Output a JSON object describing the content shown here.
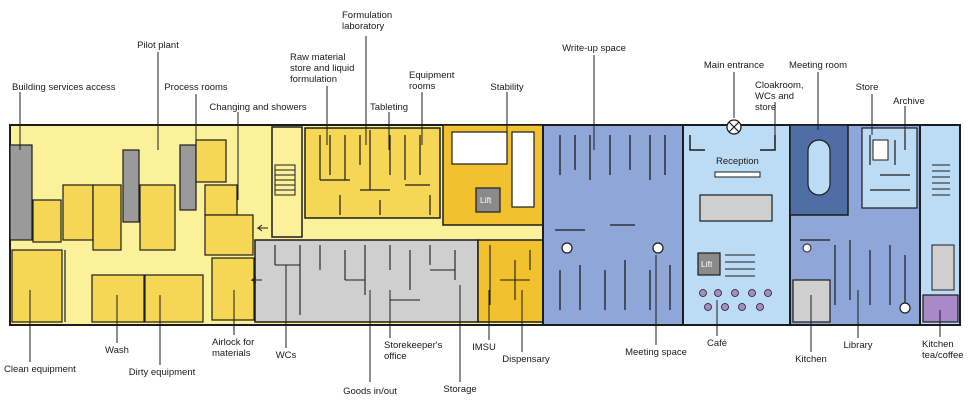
{
  "labels": {
    "building_services_access": "Building services access",
    "pilot_plant": "Pilot plant",
    "process_rooms": "Process rooms",
    "changing_and_showers": "Changing and showers",
    "raw_material_store": "Raw material store and liquid formulation",
    "formulation_laboratory": "Formulation laboratory",
    "tableting": "Tableting",
    "equipment_rooms": "Equipment rooms",
    "stability": "Stability",
    "write_up_space": "Write-up space",
    "main_entrance": "Main entrance",
    "meeting_room": "Meeting room",
    "cloakroom": "Cloakroom, WCs and store",
    "store": "Store",
    "archive": "Archive",
    "reception": "Reception",
    "lift": "Lift",
    "clean_equipment": "Clean equipment",
    "wash": "Wash",
    "dirty_equipment": "Dirty equipment",
    "airlock": "Airlock for materials",
    "wcs": "WCs",
    "goods_in_out": "Goods in/out",
    "storekeepers_office": "Storekeeper's office",
    "storage": "Storage",
    "imsu": "IMSU",
    "dispensary": "Dispensary",
    "meeting_space": "Meeting space",
    "cafe": "Café",
    "kitchen": "Kitchen",
    "library": "Library",
    "kitchen_tea_coffee": "Kitchen tea/coffee"
  },
  "colors": {
    "pale_yellow": "#fbf19a",
    "mid_yellow": "#f6d655",
    "deep_yellow": "#f1c22d",
    "grey": "#cfcfcf",
    "dark_grey": "#8a8a8a",
    "blue": "#8fa6d9",
    "light_blue": "#bcdcf5",
    "dark_blue": "#4f6ea6",
    "purple": "#a98ac9",
    "outline": "#1c1c1c"
  }
}
